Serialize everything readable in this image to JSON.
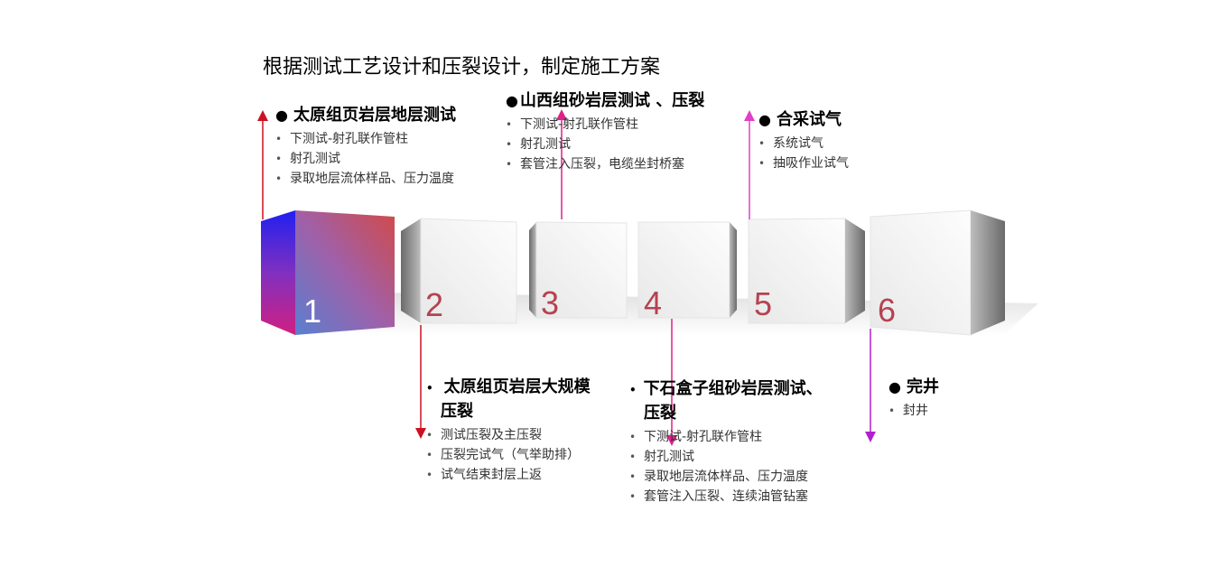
{
  "title": "根据测试工艺设计和压裂设计，制定施工方案",
  "steps": [
    {
      "number": "1",
      "heading": "太原组页岩层地层测试",
      "items": [
        "下测试-射孔联作管柱",
        "射孔测试",
        "录取地层流体样品、压力温度"
      ],
      "arrow_color": "#cc1122"
    },
    {
      "number": "2",
      "heading": "太原组页岩层大规模",
      "heading2": "压裂",
      "items": [
        "测试压裂及主压裂",
        "压裂完试气（气举助排）",
        "试气结束封层上返"
      ],
      "arrow_color": "#cc1122"
    },
    {
      "number": "3",
      "heading": "山西组砂岩层测试 、压裂",
      "items": [
        "下测试-射孔联作管柱",
        "射孔测试",
        "套管注入压裂，电缆坐封桥塞"
      ],
      "arrow_color": "#e0208a"
    },
    {
      "number": "4",
      "heading": "下石盒子组砂岩层测试、",
      "heading2": "压裂",
      "items": [
        "下测试-射孔联作管柱",
        "射孔测试",
        "录取地层流体样品、压力温度",
        "套管注入压裂、连续油管钻塞"
      ],
      "arrow_color": "#e0208a"
    },
    {
      "number": "5",
      "heading": "合采试气",
      "items": [
        "系统试气",
        "抽吸作业试气"
      ],
      "arrow_color": "#e040c8"
    },
    {
      "number": "6",
      "heading": "完井",
      "items": [
        "封井"
      ],
      "arrow_color": "#b020d0"
    }
  ],
  "colors": {
    "number_text": "#b54250",
    "first_number": "#ffffff"
  },
  "bullet_glyph": "●"
}
